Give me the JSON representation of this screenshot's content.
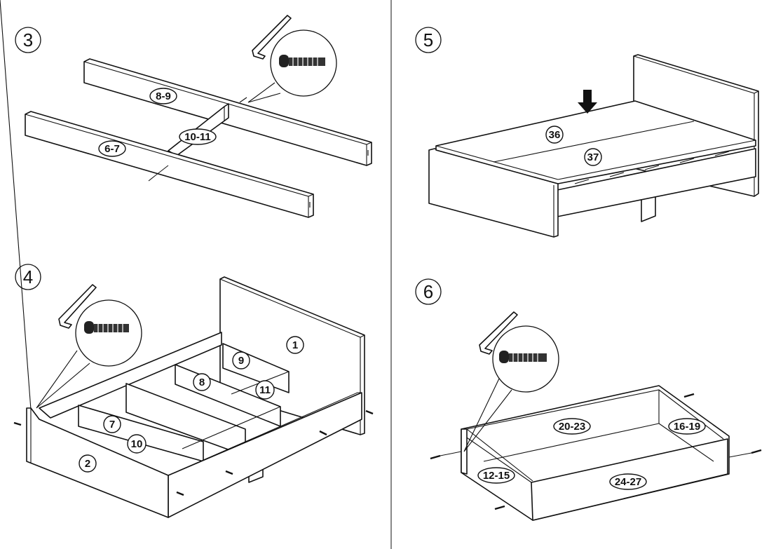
{
  "steps": {
    "s3": "3",
    "s4": "4",
    "s5": "5",
    "s6": "6"
  },
  "parts": {
    "p89": "8-9",
    "p1011": "10-11",
    "p67": "6-7",
    "p1": "1",
    "p9": "9",
    "p8": "8",
    "p11": "11",
    "p7": "7",
    "p10": "10",
    "p2": "2",
    "p36": "36",
    "p37": "37",
    "p2023": "20-23",
    "p1619": "16-19",
    "p1215": "12-15",
    "p2427": "24-27"
  },
  "colors": {
    "line": "#111111",
    "background": "#ffffff"
  }
}
